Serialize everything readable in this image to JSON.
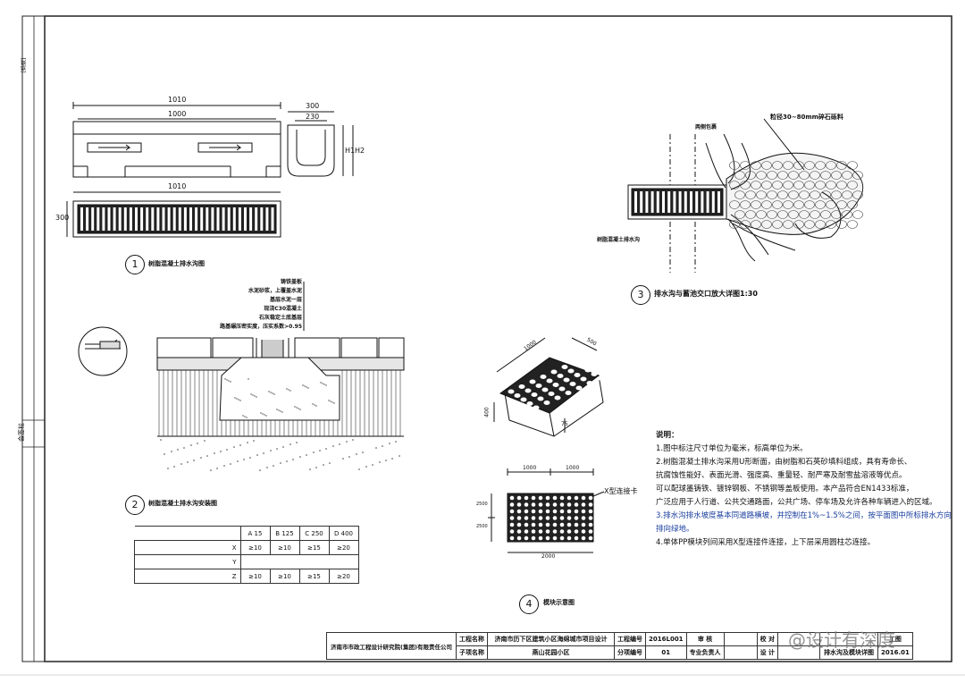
{
  "sidebar": {
    "label_top": "[蚂蚁]",
    "label_bottom": "会签栏"
  },
  "views": {
    "v1": {
      "number": "1",
      "title": "树脂混凝土排水沟图",
      "dim_top": "1010",
      "dim_inner": "1000",
      "dim_plan": "1010",
      "dim_side": "300"
    },
    "section": {
      "dim_w1": "300",
      "dim_w2": "230",
      "dim_h1": "H1",
      "dim_h2": "H2"
    },
    "v2": {
      "number": "2",
      "title": "树脂混凝土排水沟安装图",
      "layers": [
        "铸铁盖板",
        "水泥砂浆，上覆盖水泥",
        "基层水泥一层",
        "现浇C30混凝土",
        "石灰稳定土底基层",
        "路基碾压密实度，压实系数>0.95"
      ]
    },
    "v3": {
      "number": "3",
      "title": "排水沟与蓄池交口放大详图1:30",
      "gravel": "粒径30~80mm碎石砾料",
      "cover": "两侧包裹",
      "channel": "树脂混凝土排水沟"
    },
    "v4": {
      "number": "4",
      "title": "模块示意图",
      "dim_len": "1000",
      "dim_wid": "500",
      "dim_h": "400",
      "dim_75": "75",
      "plan_a": "1000",
      "plan_b": "1000",
      "plan_total": "2000",
      "plan_h1": "2500",
      "plan_h2": "2500",
      "connector": "X型连接卡"
    }
  },
  "load_table": {
    "headers": [
      "",
      "A 15",
      "B 125",
      "C 250",
      "D 400"
    ],
    "rows": [
      {
        "label": "X",
        "values": [
          "≥10",
          "≥10",
          "≥15",
          "≥20"
        ]
      },
      {
        "label": "Y",
        "values": [
          "",
          "",
          "",
          ""
        ]
      },
      {
        "label": "Z",
        "values": [
          "≥10",
          "≥10",
          "≥15",
          "≥20"
        ]
      }
    ]
  },
  "notes": {
    "heading": "说明：",
    "lines": [
      "1.图中标注尺寸单位为毫米，标高单位为米。",
      "2.树脂混凝土排水沟采用U形断面，由树脂和石英砂填料组成，具有寿命长、",
      "抗腐蚀性能好、表面光滑、强度高、重量轻、耐严寒及耐雪盐溶液等优点。",
      "可以配球墨铸铁、镀锌钢板、不锈钢等盖板使用。本产品符合EN1433标准，",
      "广泛应用于人行道、公共交通路面，公共广场、停车场及允许各种车辆进入的区域。"
    ],
    "blue_lines": [
      "3.排水沟排水坡度基本同道路横坡，并控制在1%~1.5%之间，按平面图中所标排水方向",
      "排向绿地。"
    ],
    "last": "4.单体PP模块列间采用X型连接件连接，上下层采用圆柱芯连接。"
  },
  "title_block": {
    "company": "济南市市政工程设计研究院(集团)有限责任公司",
    "project_label": "工程名称",
    "project": "济南市历下区建筑小区海绵城市项目设计",
    "sub_label": "子项名称",
    "sub": "燕山花园小区",
    "no_label": "工程编号",
    "no": "2016L001",
    "part_label": "分项编号",
    "part": "01",
    "review": "审 核",
    "pro_head": "专业负责人",
    "check": "校 对",
    "design": "设 计",
    "stage": "工图",
    "drawing_title": "排水沟及模块详图",
    "date": "2016.01",
    "scale": "图 号"
  },
  "watermark": "@设计有深度"
}
